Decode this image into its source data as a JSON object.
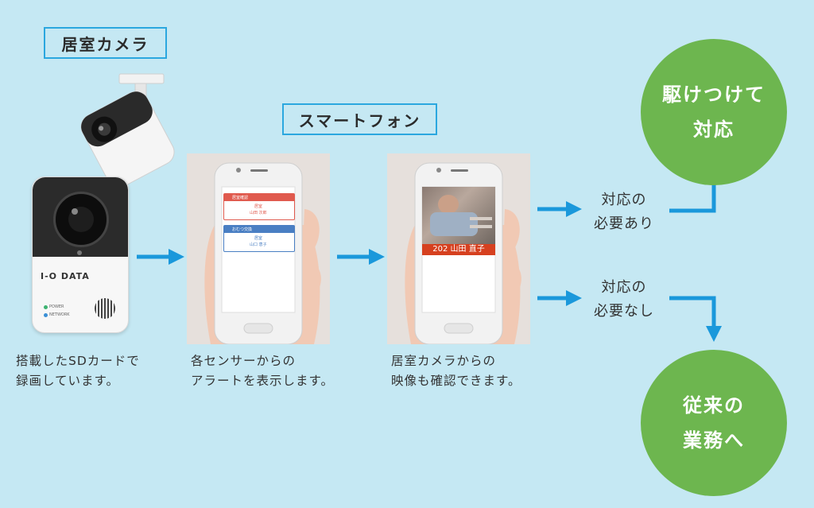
{
  "labels": {
    "camera": "居室カメラ",
    "smartphone": "スマートフォン"
  },
  "camera": {
    "brand": "I-O DATA",
    "power": "POWER",
    "network": "NETWORK",
    "caption_lines": [
      "搭載したSDカードで",
      "録画しています。"
    ]
  },
  "phone1": {
    "caption_lines": [
      "各センサーからの",
      "アラートを表示します。"
    ],
    "alert1": {
      "header": "居室確認",
      "room": "居室",
      "name": "山田 次郎"
    },
    "alert2": {
      "header": "おむつ交換",
      "room": "居室",
      "name": "山口 恵子"
    }
  },
  "phone2": {
    "caption_lines": [
      "居室カメラからの",
      "映像も確認できます。"
    ],
    "video_label": "202 山田 直子"
  },
  "decisions": {
    "needed": [
      "対応の",
      "必要あり"
    ],
    "not_needed": [
      "対応の",
      "必要なし"
    ]
  },
  "outcomes": {
    "rush": [
      "駆けつけて",
      "対応"
    ],
    "normal": [
      "従来の",
      "業務へ"
    ]
  },
  "colors": {
    "background": "#c5e8f3",
    "arrow": "#1a98db",
    "outline": "#2ba7df",
    "circle": "#6db64f",
    "alert_red": "#e05a4e",
    "alert_blue": "#4a7fc3",
    "video_bar": "#d6401f"
  }
}
